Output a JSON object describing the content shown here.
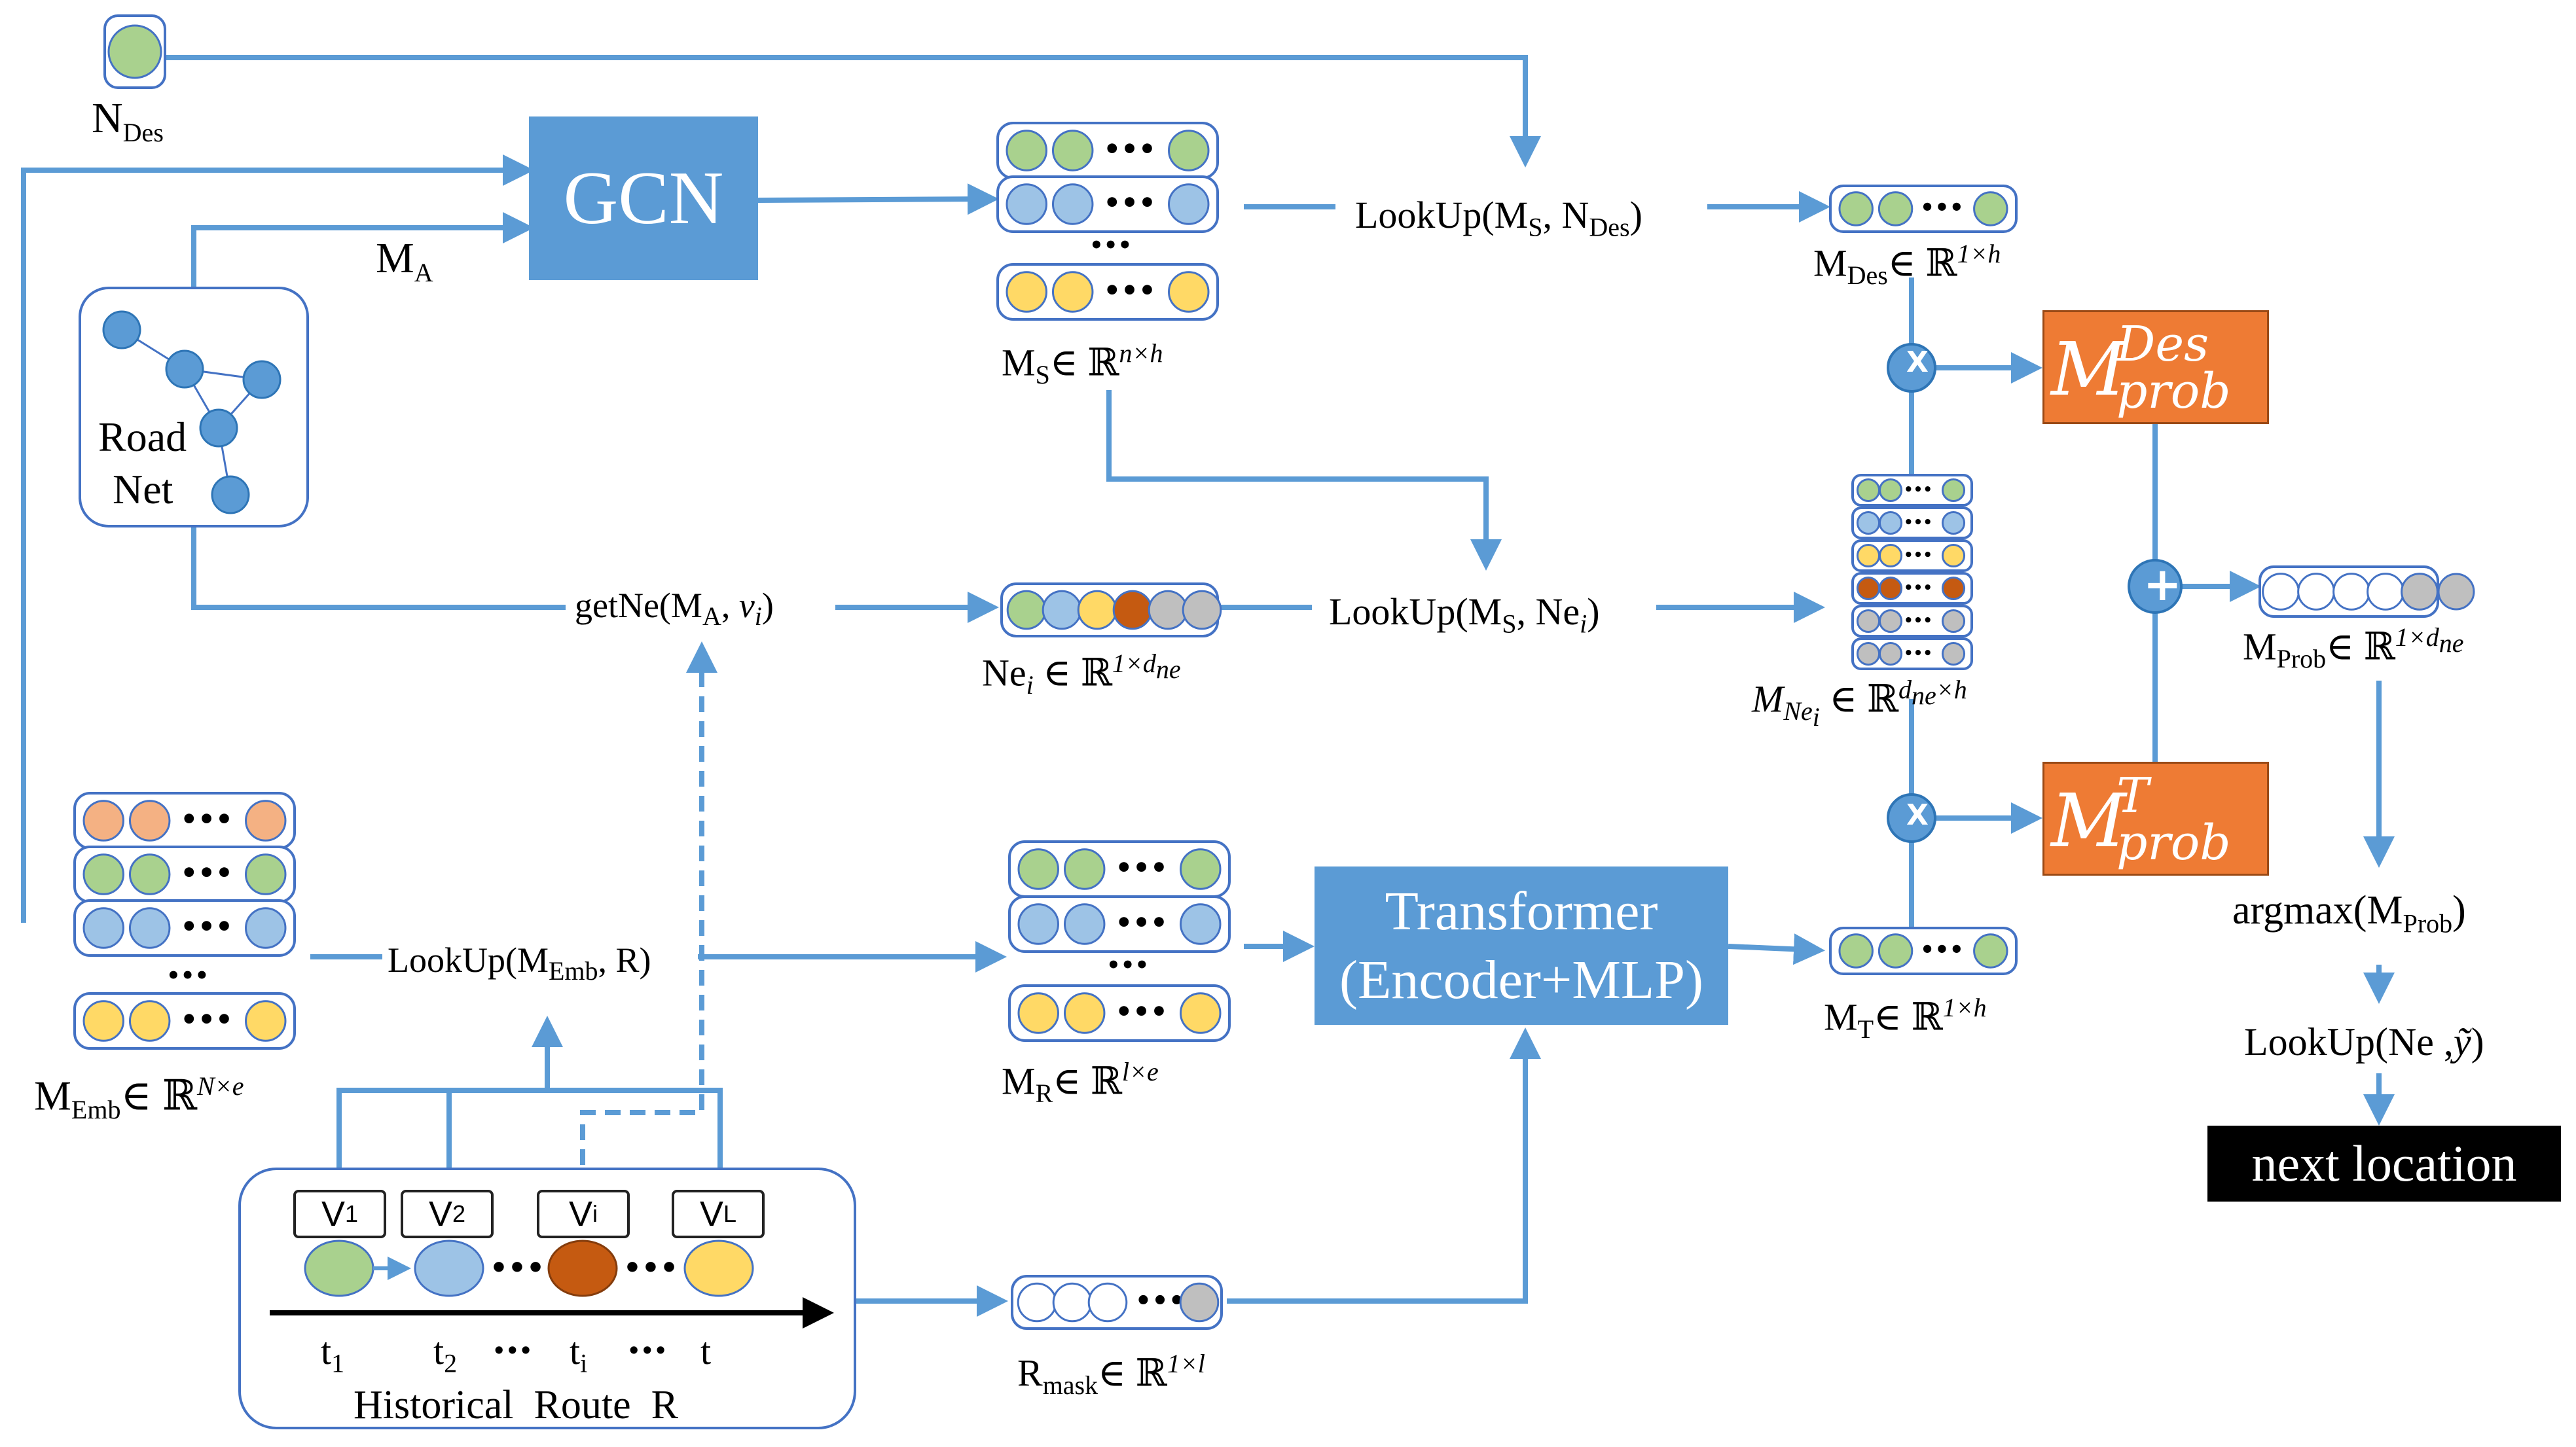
{
  "blocks": {
    "gcn": "GCN",
    "transformer_line1": "Transformer",
    "transformer_line2": "(Encoder+MLP)",
    "next_location": "next location",
    "road_net_line1": "Road",
    "road_net_line2": "Net",
    "historical_route": "Historical  Route  R"
  },
  "labels": {
    "n_des_main": "N",
    "n_des_sub": "Des",
    "m_a_main": "M",
    "m_a_sub": "A",
    "lookup_des_pre": "LookUp(M",
    "lookup_des_sub1": "S",
    "lookup_des_mid": ",   N",
    "lookup_des_sub2": "Des",
    "lookup_des_post": ")",
    "m_des_main": "M",
    "m_des_sub": "Des",
    "m_des_set": "∈ ℝ",
    "m_des_sup": "1×h",
    "m_s_main": "M",
    "m_s_sub": "S",
    "m_s_set": "∈ ℝ",
    "m_s_sup": "n×h",
    "getne_pre": "getNe(M",
    "getne_sub": "A",
    "getne_mid": ",  ",
    "getne_var": "v",
    "getne_var_sub": "i",
    "getne_post": ")",
    "ne_main": "Ne",
    "ne_sub": "i",
    "ne_set": " ∈ ℝ",
    "ne_sup": "1×d",
    "ne_sup_sub": "ne",
    "lookup_ne_pre": "LookUp(M",
    "lookup_ne_sub": "S",
    "lookup_ne_mid": ",  Ne",
    "lookup_ne_sub2": "i",
    "lookup_ne_post": ")",
    "m_nei_main": "M",
    "m_nei_sub": "Ne",
    "m_nei_subsub": "i",
    "m_nei_set": " ∈ ℝ",
    "m_nei_sup": "d",
    "m_nei_sup_sub": "ne",
    "m_nei_sup_rest": "×h",
    "m_prob_main": "M",
    "m_prob_sub": "Prob",
    "m_prob_set": "∈ ℝ",
    "m_prob_sup": "1×d",
    "m_prob_sup_sub": "ne",
    "argmax_pre": "argmax(M",
    "argmax_sub": "Prob",
    "argmax_post": ")",
    "lookup_final_pre": "LookUp(Ne ,",
    "lookup_final_var": "ỹ",
    "lookup_final_post": ")",
    "m_emb_main": "M",
    "m_emb_sub": "Emb",
    "m_emb_set": "∈ ℝ",
    "m_emb_sup": "N×e",
    "lookup_emb_pre": "LookUp(M",
    "lookup_emb_sub": "Emb",
    "lookup_emb_mid": ",   R)",
    "m_r_main": "M",
    "m_r_sub": "R",
    "m_r_set": "∈ ℝ",
    "m_r_sup": "l×e",
    "m_t_main": "M",
    "m_t_sub": "T",
    "m_t_set": "∈ ℝ",
    "m_t_sup": "1×h",
    "r_mask_main": "R",
    "r_mask_sub": "mask",
    "r_mask_set": "∈ ℝ",
    "r_mask_sup": "1×l",
    "mdes_prob_main": "M",
    "mdes_prob_sup": "Des",
    "mdes_prob_sub": "prob",
    "mt_prob_main": "M",
    "mt_prob_sup": "T",
    "mt_prob_sub": "prob",
    "op_x1": "X",
    "op_x2": "X",
    "op_plus": "+",
    "dots": "•••",
    "vdots": "•••"
  },
  "route": {
    "v1": "V",
    "v1_sub": "1",
    "v2": "V",
    "v2_sub": "2",
    "vi": "V",
    "vi_sub": "i",
    "vl": "V",
    "vl_sub": "L",
    "t1": "t",
    "t1_sub": "1",
    "t2": "t",
    "t2_sub": "2",
    "ti": "t",
    "ti_sub": "i",
    "t": "t",
    "dots": "•••"
  },
  "colors": {
    "line_blue": "#5b9bd5",
    "block_blue": "#5b9bd5",
    "orange": "#ee7b34",
    "green_node": "#a9d18e",
    "blue_node": "#9dc3e6",
    "yellow_node": "#ffd966",
    "salmon_node": "#f4b183",
    "gray_node": "#bfbfbf",
    "dark_orange_node": "#c55a11",
    "black": "#000000"
  }
}
